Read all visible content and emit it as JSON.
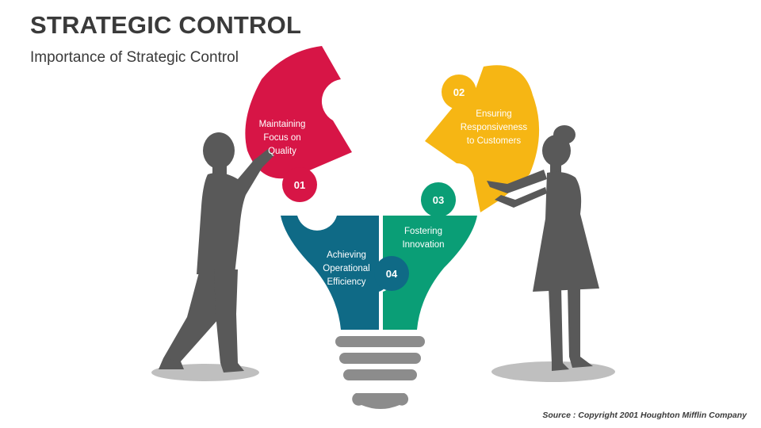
{
  "title": "STRATEGIC CONTROL",
  "subtitle": "Importance of Strategic Control",
  "source": "Source : Copyright 2001 Houghton Mifflin Company",
  "colors": {
    "red": "#d71546",
    "yellow": "#f6b614",
    "green": "#0a9e76",
    "blue": "#0f6a86",
    "gray": "#595959",
    "shadow": "#bfbfbf",
    "base": "#8c8c8c"
  },
  "items": [
    {
      "number": "01",
      "lines": [
        "Maintaining",
        "Focus on",
        "Quality"
      ],
      "color": "red"
    },
    {
      "number": "02",
      "lines": [
        "Ensuring",
        "Responsiveness",
        "to Customers"
      ],
      "color": "yellow"
    },
    {
      "number": "03",
      "lines": [
        "Fostering",
        "Innovation"
      ],
      "color": "green"
    },
    {
      "number": "04",
      "lines": [
        "Achieving",
        "Operational",
        "Efficiency"
      ],
      "color": "blue"
    }
  ]
}
